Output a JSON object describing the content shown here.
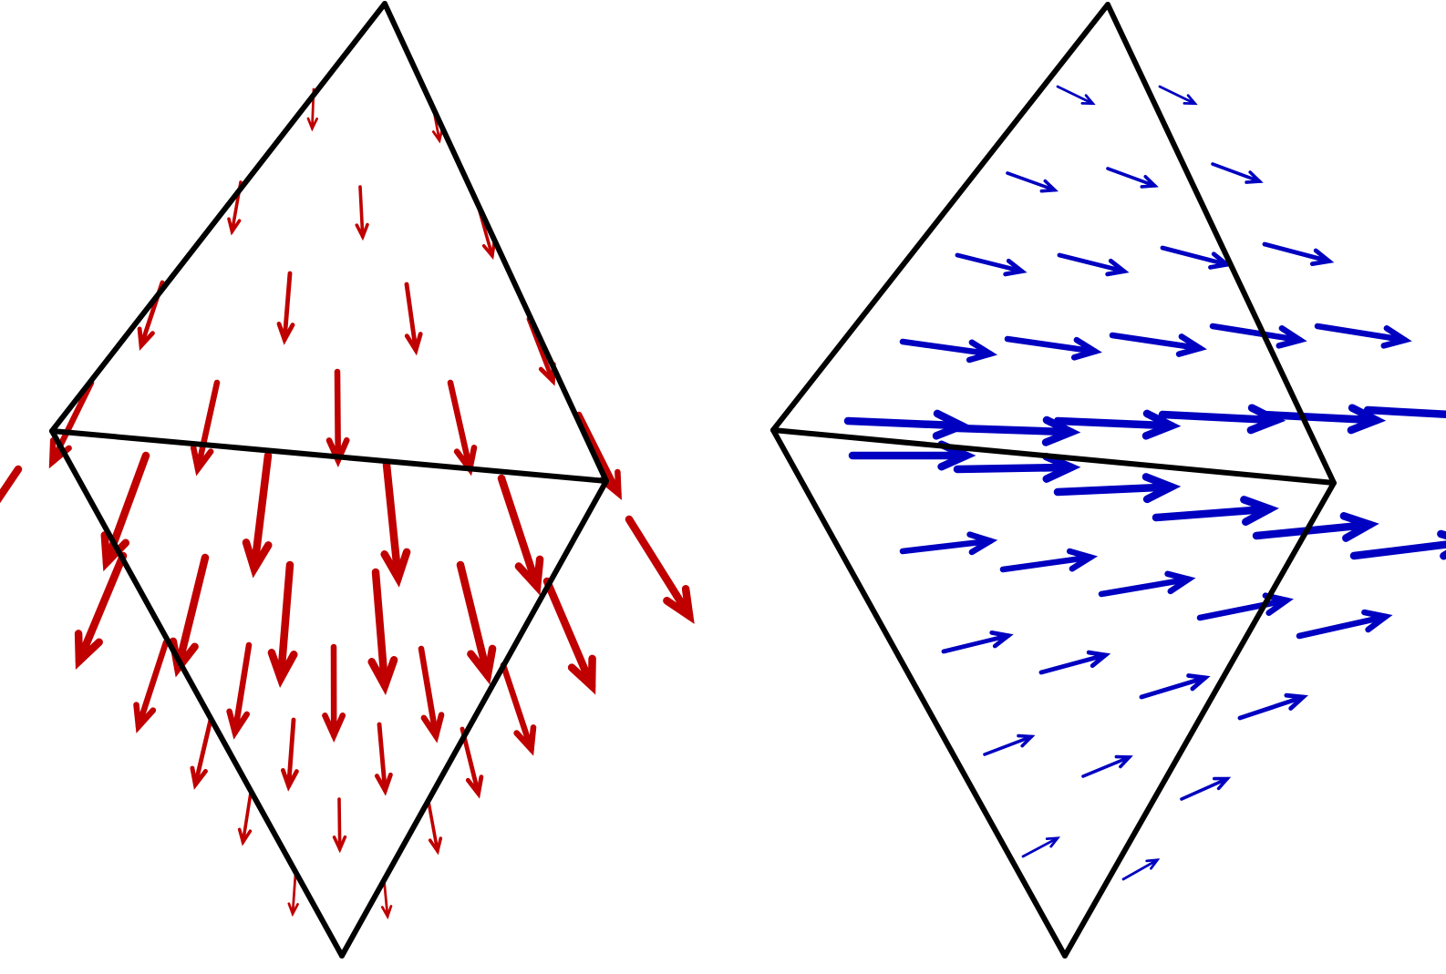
{
  "colors": {
    "edge": "#000000",
    "red_field": "#c00000",
    "blue_field": "#0000c0",
    "background": "#ffffff"
  },
  "panels": [
    {
      "name": "red-vector-field",
      "color_key": "red_field",
      "vertices": [
        [
          422,
          4
        ],
        [
          57,
          473
        ],
        [
          665,
          528
        ],
        [
          375,
          1049
        ]
      ],
      "edges": [
        [
          0,
          1
        ],
        [
          0,
          2
        ],
        [
          1,
          2
        ],
        [
          1,
          3
        ],
        [
          2,
          3
        ]
      ],
      "arrows": [
        [
          344,
          98,
          8
        ],
        [
          474,
          112,
          8
        ],
        [
          264,
          200,
          20
        ],
        [
          395,
          205,
          20
        ],
        [
          525,
          228,
          20
        ],
        [
          178,
          310,
          38
        ],
        [
          318,
          300,
          38
        ],
        [
          446,
          312,
          38
        ],
        [
          580,
          350,
          38
        ],
        [
          100,
          420,
          62
        ],
        [
          238,
          420,
          62
        ],
        [
          370,
          408,
          62
        ],
        [
          494,
          420,
          62
        ],
        [
          635,
          455,
          62
        ],
        [
          20,
          515,
          90
        ],
        [
          160,
          500,
          90
        ],
        [
          294,
          500,
          90
        ],
        [
          424,
          510,
          90
        ],
        [
          550,
          525,
          90
        ],
        [
          690,
          570,
          90
        ],
        [
          135,
          610,
          90
        ],
        [
          225,
          612,
          90
        ],
        [
          318,
          620,
          90
        ],
        [
          412,
          628,
          90
        ],
        [
          505,
          620,
          90
        ],
        [
          600,
          638,
          90
        ],
        [
          182,
          705,
          62
        ],
        [
          273,
          708,
          62
        ],
        [
          366,
          710,
          62
        ],
        [
          462,
          712,
          62
        ],
        [
          552,
          730,
          62
        ],
        [
          231,
          790,
          38
        ],
        [
          322,
          790,
          38
        ],
        [
          416,
          795,
          38
        ],
        [
          507,
          800,
          38
        ],
        [
          275,
          870,
          20
        ],
        [
          372,
          877,
          20
        ],
        [
          470,
          880,
          20
        ],
        [
          324,
          960,
          8
        ],
        [
          421,
          963,
          8
        ]
      ]
    },
    {
      "name": "blue-vector-field",
      "color_key": "blue_field",
      "vertices": [
        [
          1215,
          5
        ],
        [
          848,
          472
        ],
        [
          1463,
          530
        ],
        [
          1168,
          1049
        ]
      ],
      "edges": [
        [
          0,
          1
        ],
        [
          0,
          2
        ],
        [
          1,
          2
        ],
        [
          1,
          3
        ],
        [
          2,
          3
        ]
      ],
      "arrows": [
        [
          1160,
          95,
          8
        ],
        [
          1272,
          95,
          8
        ],
        [
          1105,
          190,
          20
        ],
        [
          1215,
          185,
          20
        ],
        [
          1330,
          180,
          20
        ],
        [
          1050,
          280,
          38
        ],
        [
          1162,
          280,
          38
        ],
        [
          1275,
          272,
          38
        ],
        [
          1387,
          268,
          38
        ],
        [
          990,
          375,
          62
        ],
        [
          1105,
          372,
          62
        ],
        [
          1220,
          368,
          62
        ],
        [
          1330,
          358,
          62
        ],
        [
          1445,
          358,
          62
        ],
        [
          930,
          462,
          90
        ],
        [
          1050,
          470,
          90
        ],
        [
          1160,
          462,
          90
        ],
        [
          1275,
          455,
          90
        ],
        [
          1385,
          455,
          90
        ],
        [
          1500,
          450,
          90
        ],
        [
          935,
          500,
          90
        ],
        [
          1050,
          515,
          90
        ],
        [
          1160,
          540,
          90
        ],
        [
          1268,
          568,
          90
        ],
        [
          1378,
          588,
          90
        ],
        [
          1485,
          610,
          90
        ],
        [
          990,
          605,
          62
        ],
        [
          1100,
          625,
          62
        ],
        [
          1208,
          652,
          62
        ],
        [
          1316,
          678,
          62
        ],
        [
          1425,
          698,
          62
        ],
        [
          1035,
          715,
          38
        ],
        [
          1142,
          738,
          38
        ],
        [
          1252,
          765,
          38
        ],
        [
          1360,
          788,
          38
        ],
        [
          1080,
          828,
          20
        ],
        [
          1188,
          852,
          20
        ],
        [
          1296,
          877,
          20
        ],
        [
          1122,
          940,
          8
        ],
        [
          1232,
          965,
          8
        ]
      ]
    }
  ]
}
